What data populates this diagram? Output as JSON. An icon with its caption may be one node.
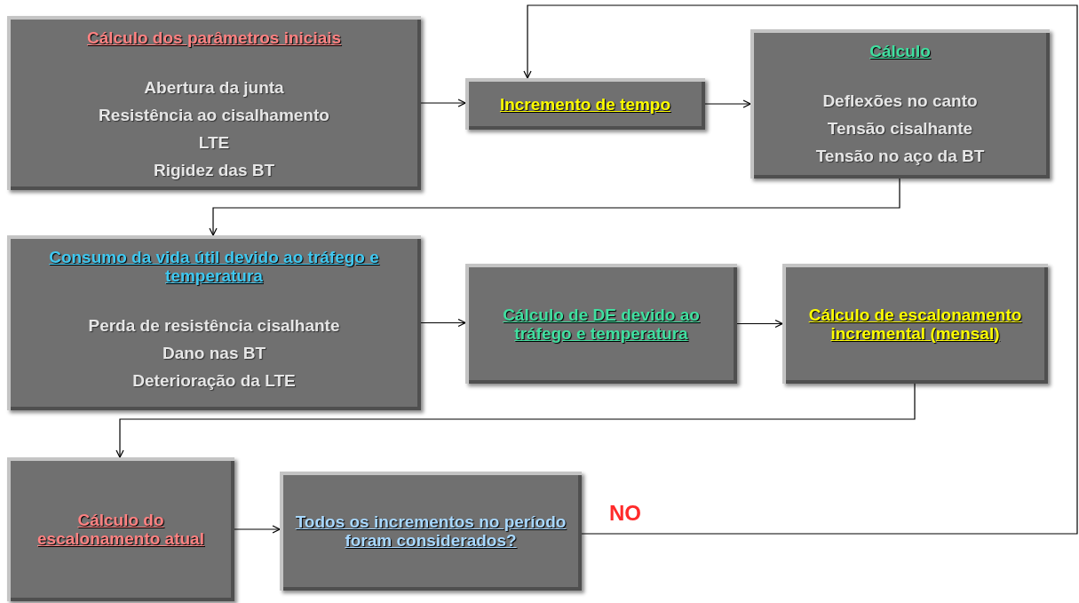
{
  "diagram": {
    "nodes": [
      {
        "text": [
          "Cálculo dos parâmetros iniciais",
          "Abertura da junta",
          "Resistência ao cisalhamento",
          "LTE",
          "Rigidez das BT"
        ]
      },
      {
        "text": [
          "Incremento de tempo"
        ]
      },
      {
        "text": [
          "Cálculo",
          "Deflexões no canto",
          "Tensão cisalhante",
          "Tensão no aço da BT"
        ]
      },
      {
        "text": [
          "Consumo da vida útil devido ao tráfego e temperatura",
          "Perda de resistência cisalhante",
          "Dano nas BT",
          "Deterioração da LTE"
        ]
      },
      {
        "text": [
          "Cálculo de DE devido ao tráfego e temperatura"
        ]
      },
      {
        "text": [
          "Cálculo de escalonamento incremental (mensal)"
        ]
      },
      {
        "text": [
          "Cálculo do escalonamento atual"
        ]
      },
      {
        "text": [
          "Todos os incrementos no período foram considerados?"
        ]
      }
    ],
    "edges": [
      {
        "from": 0,
        "to": 1,
        "arrow": "to"
      },
      {
        "from": 1,
        "to": 2,
        "arrow": "to"
      },
      {
        "from": 2,
        "to": 3,
        "arrow": "to"
      },
      {
        "from": 3,
        "to": 4,
        "arrow": "to"
      },
      {
        "from": 4,
        "to": 5,
        "arrow": "to"
      },
      {
        "from": 5,
        "to": 6,
        "arrow": "to"
      },
      {
        "from": 6,
        "to": 7,
        "arrow": "to"
      },
      {
        "from": 7,
        "to": 1,
        "arrow": "to",
        "label": "NO"
      }
    ]
  }
}
